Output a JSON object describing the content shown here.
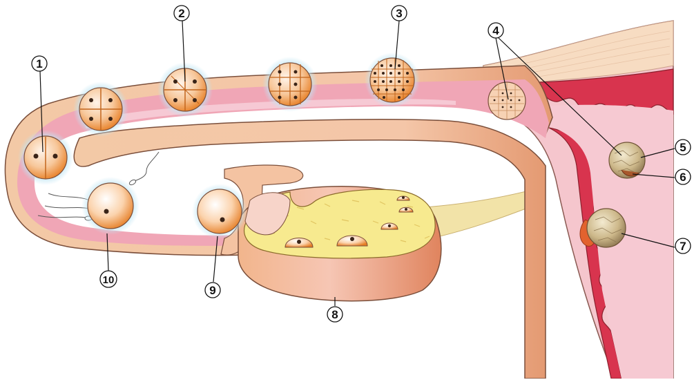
{
  "labels": {
    "l1": "1",
    "l2": "2",
    "l3": "3",
    "l4": "4",
    "l5": "5",
    "l6": "6",
    "l7": "7",
    "l8": "8",
    "l9": "9",
    "l10": "10"
  },
  "colors": {
    "tube_outer": "#f3c8a3",
    "tube_lumen": "#efa3b2",
    "uterus_wall": "#f6c7cf",
    "endometrium": "#d8344e",
    "ovary": "#f1c58f",
    "ovary_stroma": "#f7ec92",
    "embryo_orange": "#ef8a2c",
    "halo": "#b9e3f2"
  }
}
